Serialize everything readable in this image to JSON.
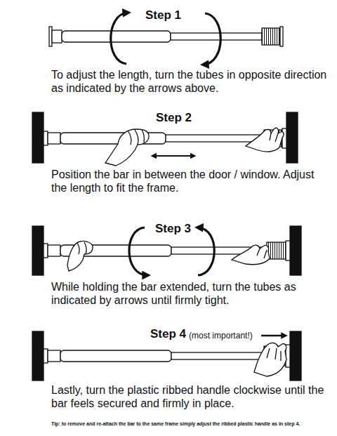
{
  "diagram": {
    "labels": [
      "Step 1",
      "To adjust the length, turn the tubes in opposite direction as indicated by the arrows above.",
      "Step 2",
      "Position the bar in between the door / window. Adjust the length to fit the frame.",
      "Step 3",
      "While holding the bar extended, turn the tubes as indicated by arrows until firmly tight.",
      "Step 4",
      "(most important!)",
      "Lastly, turn the plastic ribbed handle clockwise until the bar feels secured and firmly in place.",
      "Tip: to remove and re-attach the bar to the same frame simply adjust the ribbed plastic handle as in step 4."
    ]
  }
}
